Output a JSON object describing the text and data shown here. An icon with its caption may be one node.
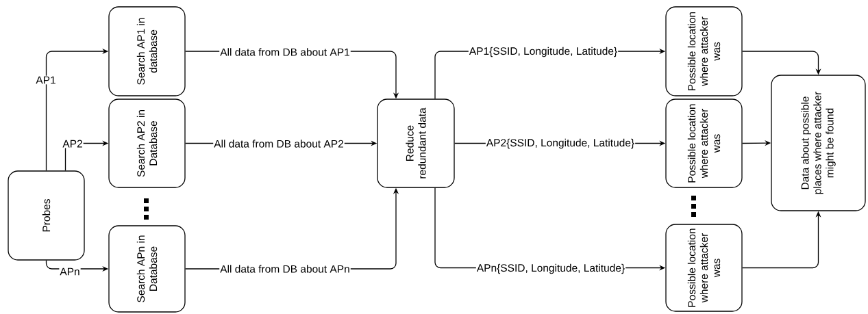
{
  "diagram": {
    "nodes": [
      {
        "text": [
          "Probes"
        ]
      },
      {
        "text": [
          "Search AP1 in database"
        ]
      },
      {
        "text": [
          "Search AP2 in Database"
        ]
      },
      {
        "text": [
          "Search APn in Database"
        ]
      },
      {
        "text": [
          "Reduce redundant data"
        ]
      },
      {
        "text": [
          "Possible location where attacker was"
        ]
      },
      {
        "text": [
          "Possible location where attacker was"
        ]
      },
      {
        "text": [
          "Possible location where attacker was"
        ]
      },
      {
        "text": [
          "Data about possible places where attacker might be found"
        ]
      }
    ],
    "edges": [
      {
        "from": 0,
        "to": 1,
        "arrow": "to",
        "label": "AP1"
      },
      {
        "from": 0,
        "to": 2,
        "arrow": "to",
        "label": "AP2"
      },
      {
        "from": 0,
        "to": 3,
        "arrow": "to",
        "label": "APn"
      },
      {
        "from": 1,
        "to": 4,
        "arrow": "to",
        "label": "All data from DB about AP1"
      },
      {
        "from": 2,
        "to": 4,
        "arrow": "to",
        "label": "All data from DB about AP2"
      },
      {
        "from": 3,
        "to": 4,
        "arrow": "to",
        "label": "All data from DB about APn"
      },
      {
        "from": 4,
        "to": 5,
        "arrow": "to",
        "label": "AP1{SSID, Longitude, Latitude}"
      },
      {
        "from": 4,
        "to": 6,
        "arrow": "to",
        "label": "AP2{SSID, Longitude, Latitude}"
      },
      {
        "from": 4,
        "to": 7,
        "arrow": "to",
        "label": "APn{SSID, Longitude, Latitude}"
      },
      {
        "from": 5,
        "to": 8,
        "arrow": "to"
      },
      {
        "from": 6,
        "to": 8,
        "arrow": "to"
      },
      {
        "from": 7,
        "to": 8,
        "arrow": "to"
      }
    ]
  }
}
